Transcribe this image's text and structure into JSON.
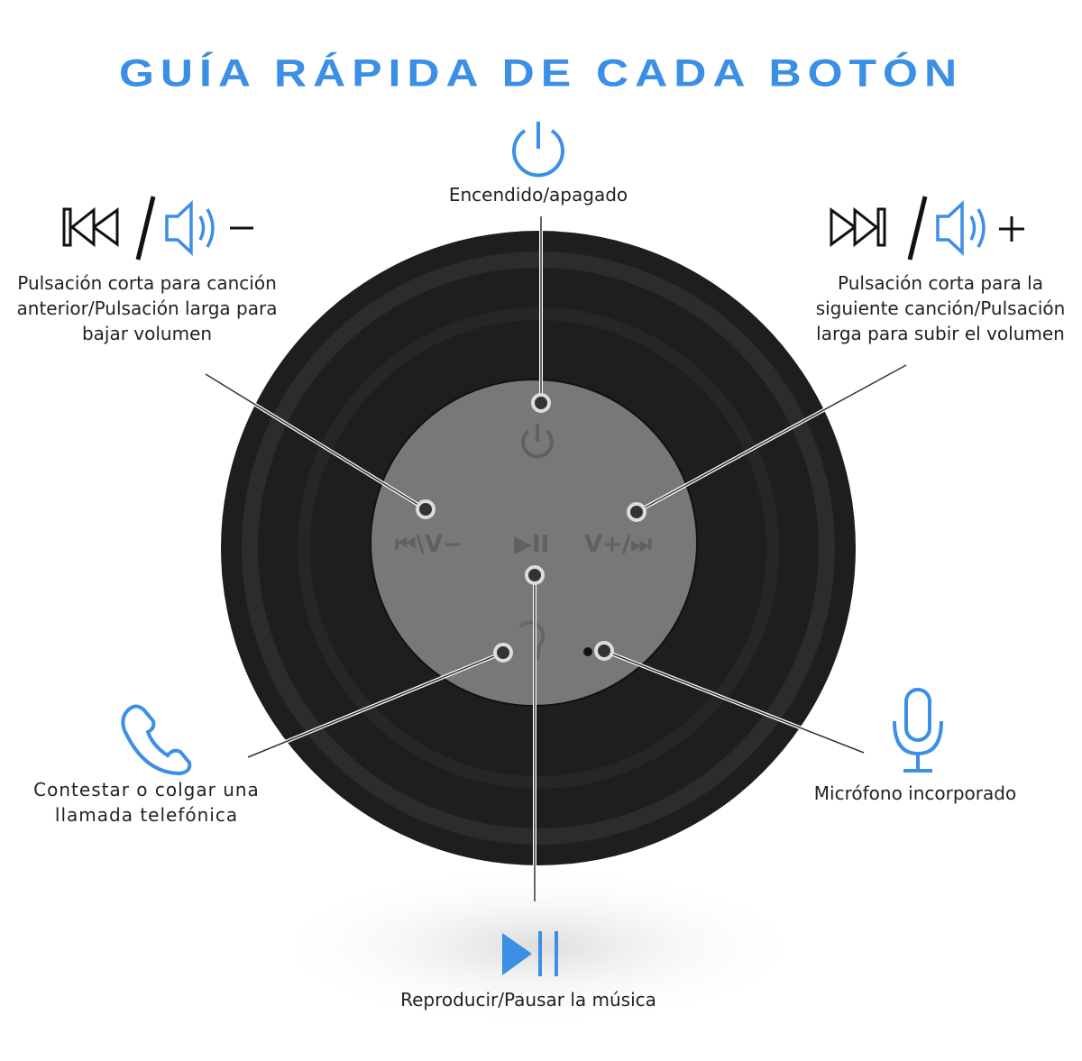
{
  "title": "GUÍA RÁPIDA DE CADA BOTÓN",
  "labels": {
    "power": "Encendido/apagado",
    "prev": "Pulsación corta para canción anterior/Pulsación larga para bajar volumen",
    "next": "Pulsación corta para la siguiente canción/Pulsación larga para subir el volumen",
    "call": "Contestar o colgar una llamada telefónica",
    "mic": "Micrófono incorporado",
    "play": "Reproducir/Pausar la música"
  },
  "device_markings": {
    "left": "⏮\\V−",
    "center": "▶II",
    "right": "V+/⏭"
  },
  "colors": {
    "accent": "#3b8fe5",
    "speaker": "#1c1c1c",
    "panel": "#77787a"
  }
}
